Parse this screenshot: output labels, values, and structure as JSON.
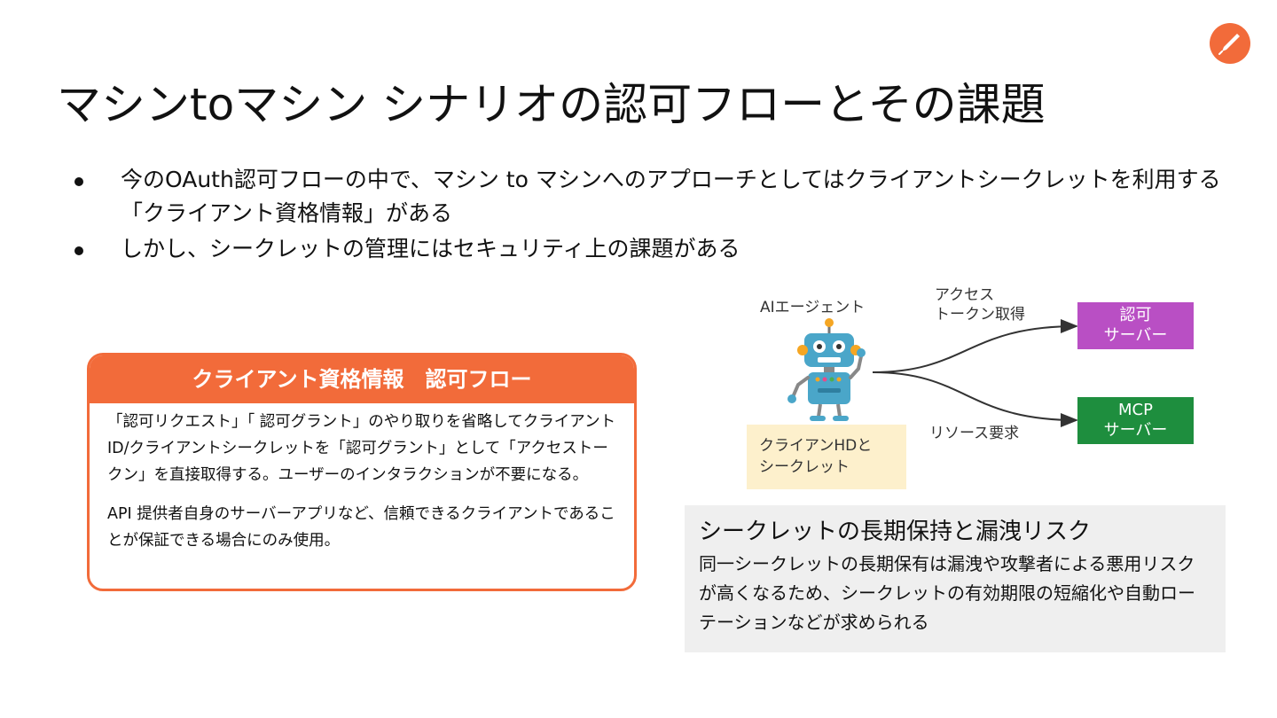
{
  "slide": {
    "title": "マシンtoマシン シナリオの認可フローとその課題",
    "logo_icon": "pen-nib-icon",
    "accent_color": "#f26b3a"
  },
  "bullets": [
    "今のOAuth認可フローの中で、マシン to マシンへのアプローチとしてはクライアントシークレットを利用する「クライアント資格情報」がある",
    "しかし、シークレットの管理にはセキュリティ上の課題がある"
  ],
  "flow_box": {
    "header": "クライアント資格情報　認可フロー",
    "paragraph1": "「認可リクエスト」「 認可グラント」のやり取りを省略してクライアント ID/クライアントシークレットを「認可グラント」として「アクセストークン」を直接取得する。ユーザーのインタラクションが不要になる。",
    "paragraph2": "API 提供者自身のサーバーアプリなど、信頼できるクライアントであることが保証できる場合にのみ使用。",
    "color": "#f26b3a"
  },
  "diagram": {
    "agent_label": "AIエージェント",
    "agent_icon": "robot-icon",
    "token_label_line1": "アクセス",
    "token_label_line2": "トークン取得",
    "resource_label": "リソース要求",
    "client_secret_line1": "クライアンHDと",
    "client_secret_line2": "シークレット",
    "auth_server_line1": "認可",
    "auth_server_line2": "サーバー",
    "auth_server_color": "#b94fc4",
    "mcp_server_line1": "MCP",
    "mcp_server_line2": "サーバー",
    "mcp_server_color": "#1e8e3e",
    "client_box_color": "#fdf0cc"
  },
  "risk": {
    "title": "シークレットの長期保持と漏洩リスク",
    "body": "同一シークレットの長期保有は漏洩や攻撃者による悪用リスクが高くなるため、シークレットの有効期限の短縮化や自動ローテーションなどが求められる",
    "bg_color": "#efefef"
  }
}
